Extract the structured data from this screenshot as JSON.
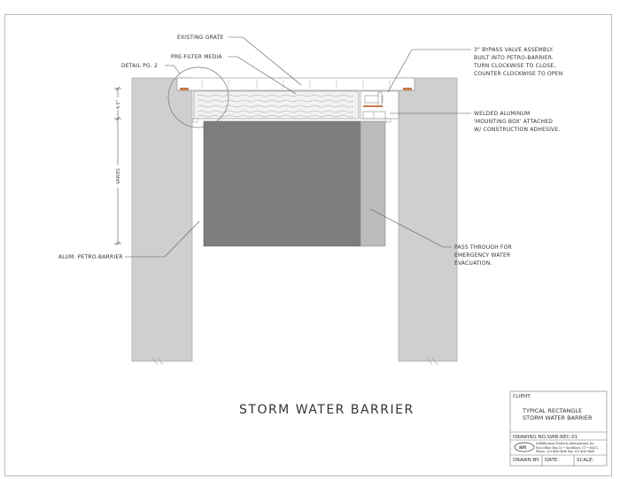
{
  "drawing": {
    "main_title": "STORM WATER BARRIER",
    "labels": {
      "existing_grate": "EXISTING GRATE",
      "pre_filter_media": "PRE-FILTER MEDIA",
      "detail": "DETAIL PG. 2",
      "bypass_valve": [
        "3\" BYPASS VALVE ASSEMBLY.",
        "BUILT INTO PETRO-BARRIER.",
        "TURN CLOCKWISE TO CLOSE,",
        "COUNTER CLOCKWISE TO OPEN"
      ],
      "mounting_box": [
        "WELDED ALUMINUM",
        "'MOUNTING BOX' ATTACHED",
        "W/ CONSTRUCTION ADHESIVE."
      ],
      "pass_through": [
        "PASS THROUGH FOR",
        "EMERGENCY WATER",
        "EVACUATION."
      ],
      "petro_barrier": "ALUM. PETRO-BARRIER"
    },
    "dimensions": {
      "top": "4.5\"",
      "side": "VARIES"
    }
  },
  "title_block": {
    "client_label": "CLIENT:",
    "client_lines": [
      "TYPICAL RECTANGLE",
      "STORM WATER BARRIER"
    ],
    "drawing_no": "DRAWING NO.SWB-REC-01",
    "company_logo": "SPI",
    "company_name": "Solidification Products International, Inc.",
    "company_address": "Post Office Box 35 • Northford, CT • 06472",
    "company_phone": "Phone: 203-484-9494    Fax: 203-484-9484",
    "drawn_by": "DRAWN BY:",
    "date": "DATE:",
    "scale": "SCALE:"
  },
  "colors": {
    "wall": "#cfcfcf",
    "barrier": "#7d7d7d",
    "pass_through": "#bcbcbc",
    "grate": "#ffffff",
    "media": "#f2f2f2",
    "seal": "#c87a4a"
  }
}
